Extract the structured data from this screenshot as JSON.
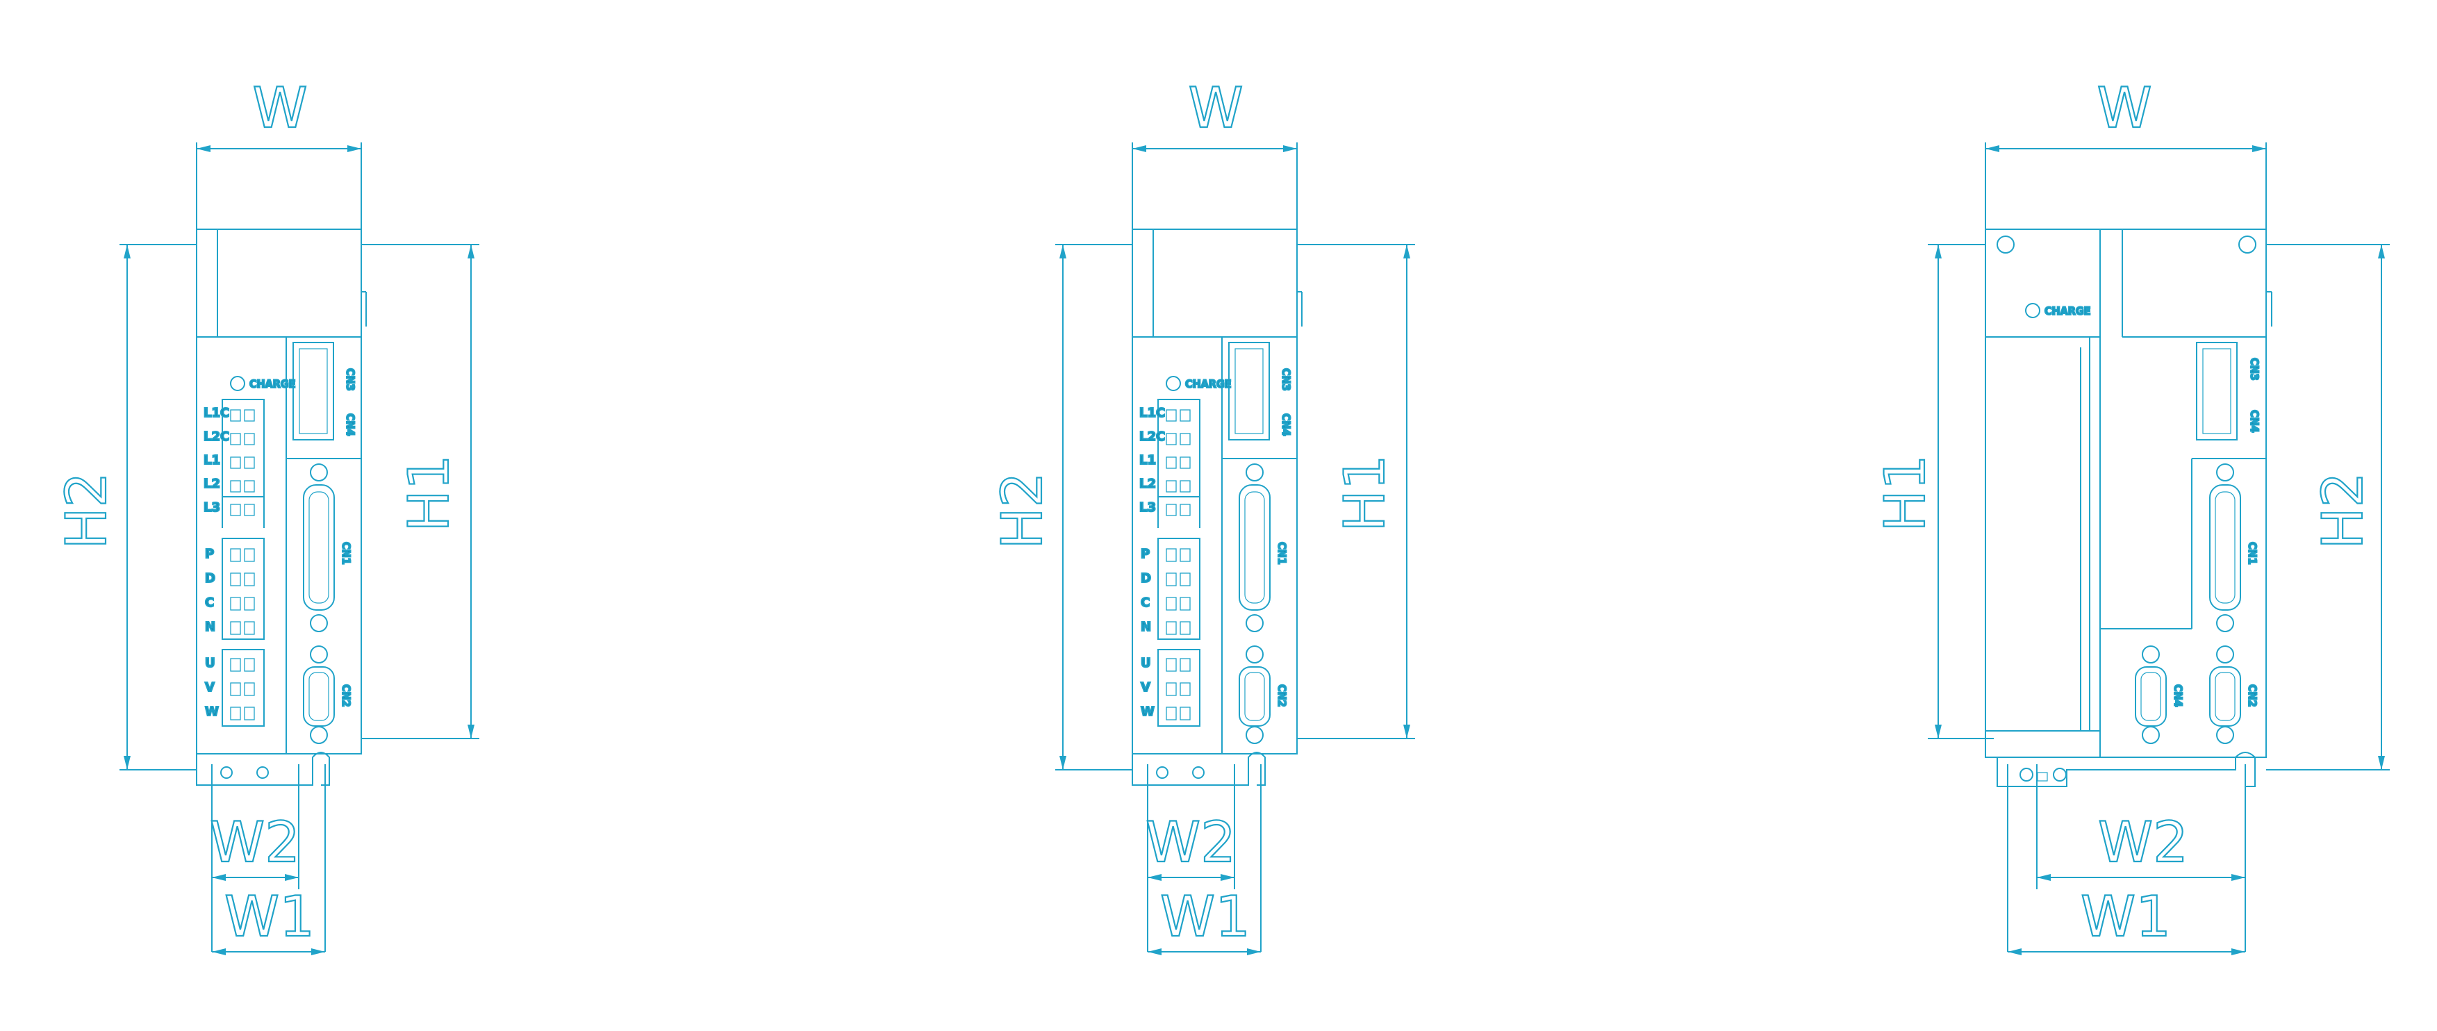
{
  "colors": {
    "line": "#20a3c9",
    "line_light": "#7fcfe5",
    "background": "#ffffff"
  },
  "drawings": [
    {
      "name": "servo-drive-front-left",
      "dimension_labels": {
        "width": "W",
        "height_left": "H2",
        "height_right": "H1",
        "bottom_inner": "W2",
        "bottom_outer": "W1"
      },
      "charge_label": "CHARGE",
      "terminal_groups": [
        [
          "L1C",
          "L2C",
          "L1",
          "L2",
          "L3"
        ],
        [
          "P",
          "D",
          "C",
          "N"
        ],
        [
          "U",
          "V",
          "W"
        ]
      ],
      "connectors": {
        "top": "CN3",
        "top2": "CN4",
        "middle": "CN1",
        "bottom": "CN2"
      }
    },
    {
      "name": "servo-drive-front-middle",
      "dimension_labels": {
        "width": "W",
        "height_left": "H2",
        "height_right": "H1",
        "bottom_inner": "W2",
        "bottom_outer": "W1"
      },
      "charge_label": "CHARGE",
      "terminal_groups": [
        [
          "L1C",
          "L2C",
          "L1",
          "L2",
          "L3"
        ],
        [
          "P",
          "D",
          "C",
          "N"
        ],
        [
          "U",
          "V",
          "W"
        ]
      ],
      "connectors": {
        "top": "CN3",
        "top2": "CN4",
        "middle": "CN1",
        "bottom": "CN2"
      }
    },
    {
      "name": "servo-drive-front-right",
      "dimension_labels": {
        "width": "W",
        "height_left": "H1",
        "height_right": "H2",
        "bottom_inner": "W2",
        "bottom_outer": "W1"
      },
      "charge_label": "CHARGE",
      "connectors": {
        "top": "CN3",
        "top2": "CN4",
        "middle": "CN1",
        "bottom": "CN2",
        "bottom_left": "CN4"
      }
    }
  ]
}
